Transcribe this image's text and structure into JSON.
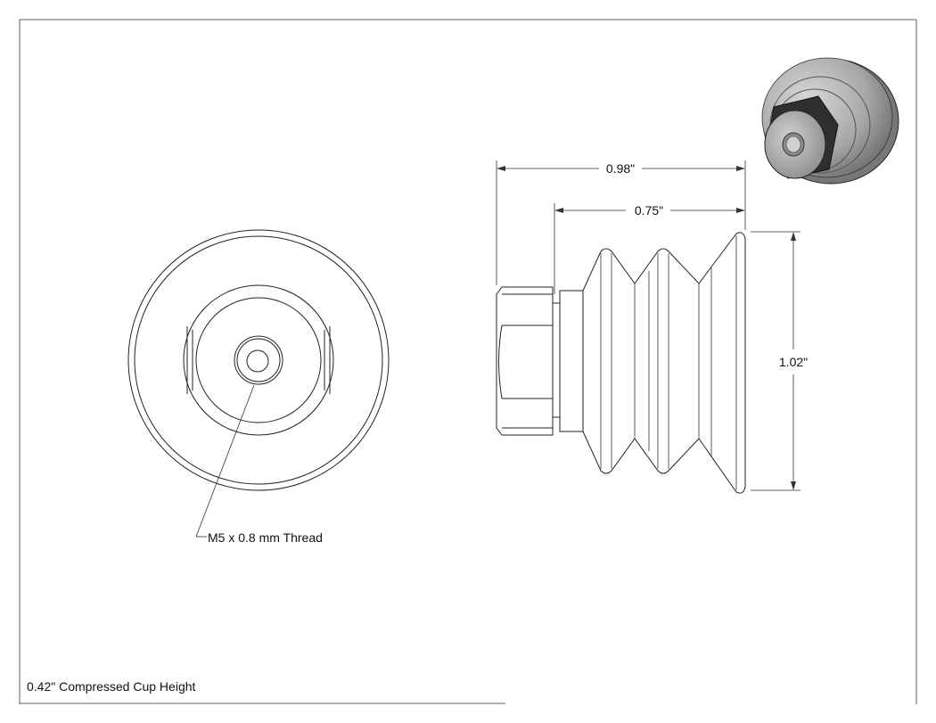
{
  "dimensions": {
    "overall_length": "0.98\"",
    "body_length": "0.75\"",
    "diameter": "1.02\""
  },
  "callouts": {
    "thread": "M5 x 0.8 mm Thread"
  },
  "notes": {
    "compressed_height": "0.42\" Compressed Cup Height"
  },
  "colors": {
    "line": "#222222",
    "render_body": "#9a9a9a",
    "render_hex": "#3a3a3a"
  }
}
